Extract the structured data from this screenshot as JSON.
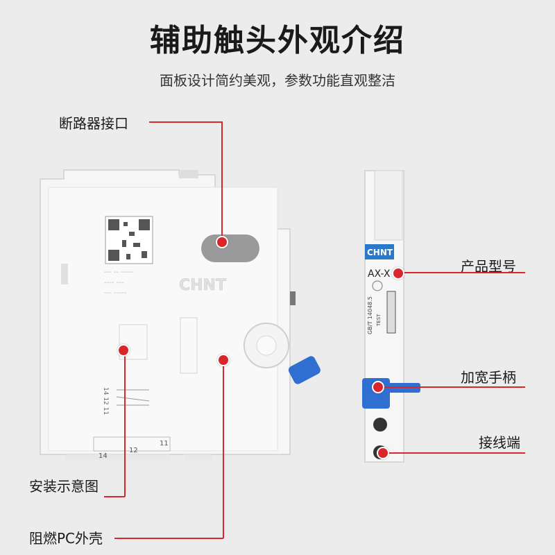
{
  "header": {
    "title": "辅助触头外观介绍",
    "subtitle": "面板设计简约美观，参数功能直观整洁"
  },
  "labels": {
    "breaker_interface": "断路器接口",
    "install_diagram": "安装示意图",
    "flame_retardant_shell": "阻燃PC外壳",
    "product_model": "产品型号",
    "widened_handle": "加宽手柄",
    "terminal": "接线端"
  },
  "device": {
    "brand": "CHNT",
    "model": "AX-X",
    "standard": "GB/T 14048.5",
    "test_label": "TEST",
    "diagram_terminals": [
      "14 12 11"
    ],
    "bottom_terminals": [
      "14",
      "12",
      "11"
    ]
  },
  "colors": {
    "accent": "#d7262c",
    "handle": "#2f6fd1",
    "brand_blue": "#2a78c8"
  }
}
